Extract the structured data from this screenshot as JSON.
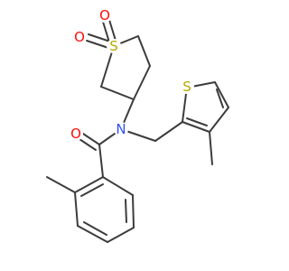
{
  "atoms": {
    "s_sulfone": {
      "symbol": "S",
      "color": "#b8a800"
    },
    "o_top": {
      "symbol": "O",
      "color": "#ff0d0d"
    },
    "o_left": {
      "symbol": "O",
      "color": "#ff0d0d"
    },
    "n_amide": {
      "symbol": "N",
      "color": "#3050f8"
    },
    "o_carbonyl": {
      "symbol": "O",
      "color": "#ff0d0d"
    },
    "s_thiophene": {
      "symbol": "S",
      "color": "#b8a800"
    }
  },
  "bond_color": "#3c3c3c",
  "background": "#ffffff"
}
